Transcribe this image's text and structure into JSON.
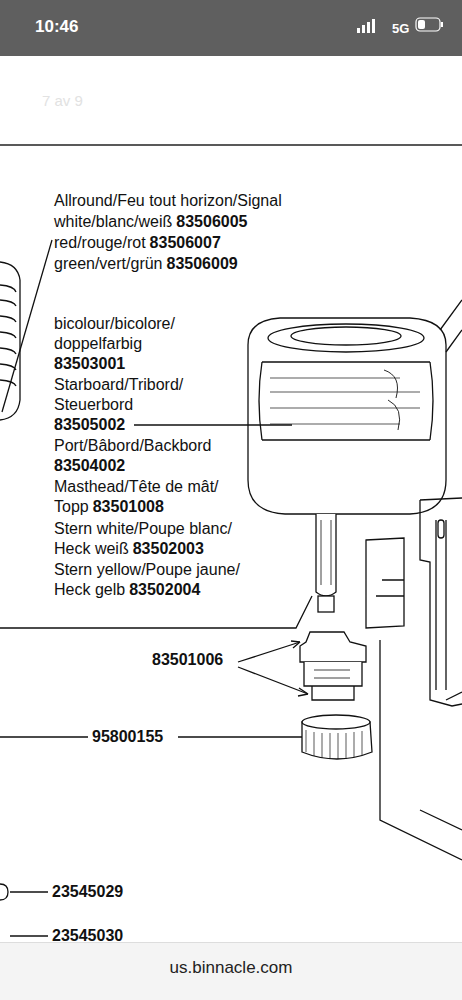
{
  "diagram": {
    "labels": [
      "10:46",
      "5G",
      "7 av 9",
      "Allround/Feu tout horizon/Signal",
      "white/blanc/weiß",
      "83506005",
      "red/rouge/rot",
      "83506007",
      "green/vert/grün",
      "83506009",
      "bicolour/bicolore/",
      "doppelfarbig",
      "83503001",
      "Starboard/Tribord/",
      "Steuerbord",
      "83505002",
      "Port/Bâbord/Backbord",
      "83504002",
      "Masthead/Tête de mât/",
      "Topp",
      "83501008",
      "Stern white/Poupe blanc/",
      "Heck weiß",
      "83502003",
      "Stern yellow/Poupe jaune/",
      "Heck gelb",
      "83502004",
      "83501006",
      "95800155",
      "23545029",
      "23545030",
      "us.binnacle.com"
    ]
  }
}
